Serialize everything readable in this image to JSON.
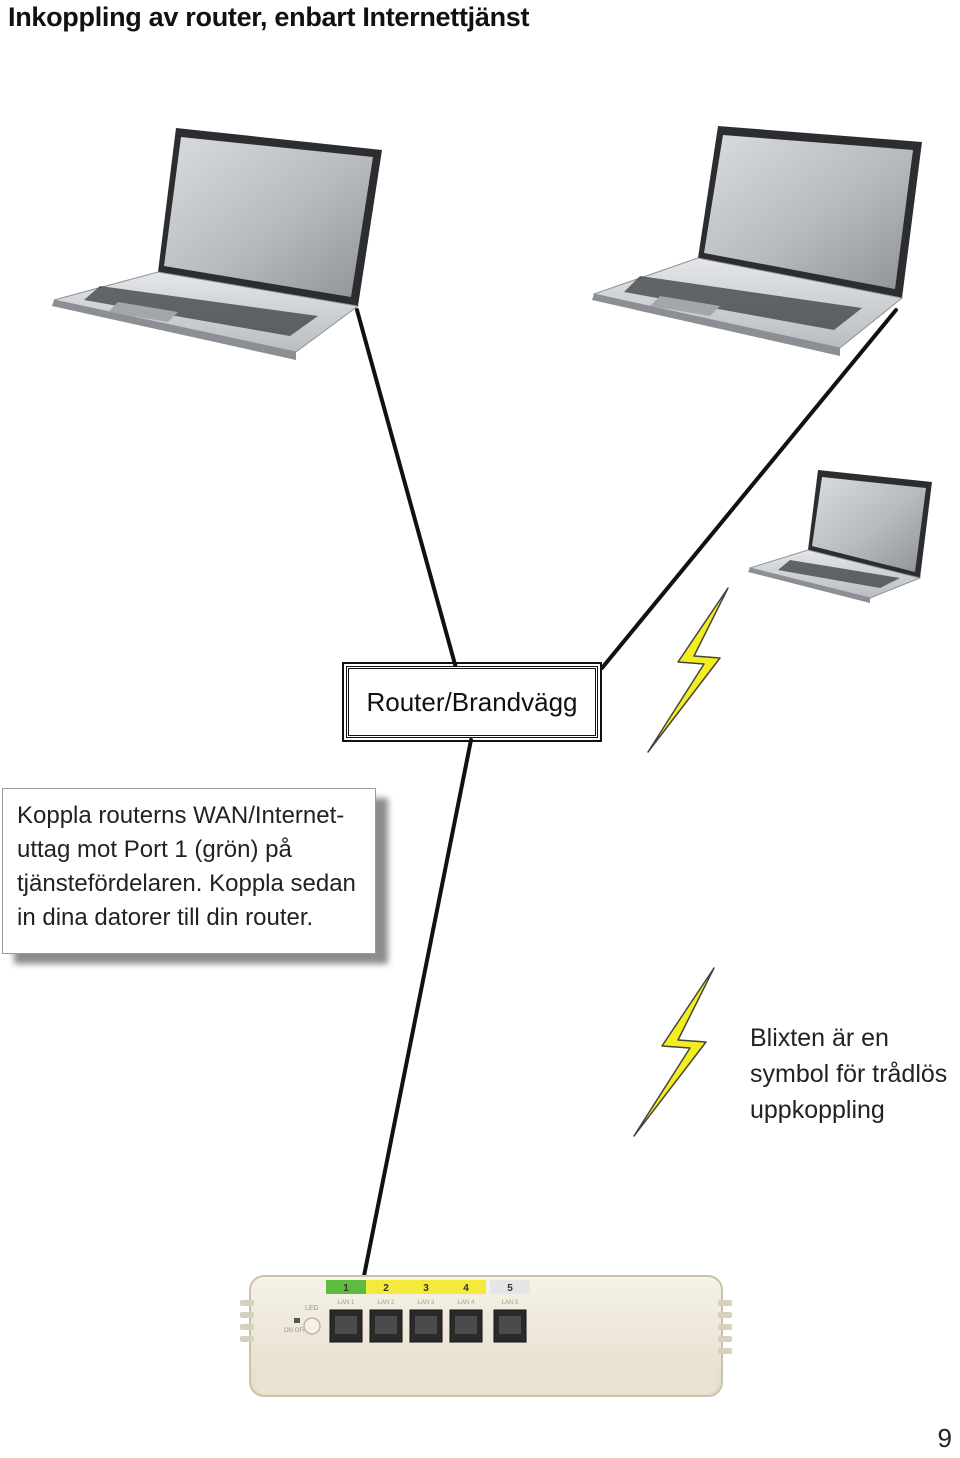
{
  "title": "Inkoppling av router, enbart Internettjänst",
  "router_label": "Router/Brandvägg",
  "instruction": {
    "lines": [
      "Koppla routerns WAN/Internet-",
      "uttag mot Port 1 (grön) på",
      "tjänstefördelaren. Koppla sedan",
      "in dina datorer till din router."
    ]
  },
  "legend": {
    "lines": [
      "Blixten är en",
      "symbol för trådlös",
      "uppkoppling"
    ]
  },
  "page_number": "9",
  "device": {
    "led_label": "LED",
    "switch_label": "ON OFF",
    "ports": [
      {
        "number": "1",
        "label": "LAN 1",
        "color": "#5dbb3f"
      },
      {
        "number": "2",
        "label": "LAN 2",
        "color": "#f4ea3c"
      },
      {
        "number": "3",
        "label": "LAN 3",
        "color": "#f4ea3c"
      },
      {
        "number": "4",
        "label": "LAN 4",
        "color": "#f4ea3c"
      },
      {
        "number": "5",
        "label": "LAN 5",
        "color": "#e6e6e6"
      }
    ]
  },
  "colors": {
    "lightning": "#f5ee1f",
    "cable": "#111111",
    "laptop_body": "#c9cdd1",
    "screen": "#b7bcc1",
    "device_body": "#efeadb"
  }
}
